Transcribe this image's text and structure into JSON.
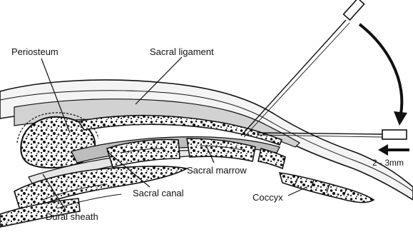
{
  "labels": {
    "periosteum": "Periosteum",
    "sacral_ligament": "Sacral ligament",
    "sacral_marrow": "Sacral marrow",
    "sacral_canal": "Sacral canal",
    "coccyx": "Coccyx",
    "dural_sheath": "Dural sheath",
    "distance": "2 - 3mm"
  },
  "colors": {
    "ink": "#111111",
    "tissue": "#f2f2f2",
    "ligament": "#d2d2d2",
    "bone": "#ffffff",
    "canal": "#bdbdbd"
  },
  "icons": {
    "rotation": "curved-arrow-icon",
    "advance": "left-arrow-icon"
  }
}
